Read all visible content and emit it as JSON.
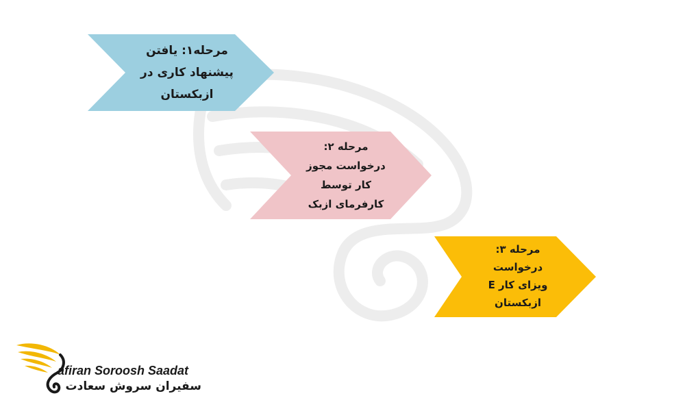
{
  "colors": {
    "step1": "#9ccfe0",
    "step2": "#f0c4c8",
    "step3": "#fbbd08",
    "logo_gold": "#f2b705",
    "watermark": "#ededed"
  },
  "steps": [
    {
      "lines": [
        "مرحله۱: یافتن",
        "پیشنهاد کاری در",
        "ازبکستان"
      ]
    },
    {
      "lines": [
        "مرحله ۲:",
        "درخواست مجوز",
        "کار توسط",
        "کارفرمای ازبک"
      ]
    },
    {
      "lines": [
        "مرحله ۳:",
        "درخواست",
        "ویزای کار E",
        "ازبکستان"
      ]
    }
  ],
  "logo": {
    "icon": "swan-wing-logo-icon",
    "watermark_icon": "swan-wing-watermark-icon",
    "name_en": "afiran Soroosh Saadat",
    "name_fa": "سفیران سروش سعادت"
  }
}
